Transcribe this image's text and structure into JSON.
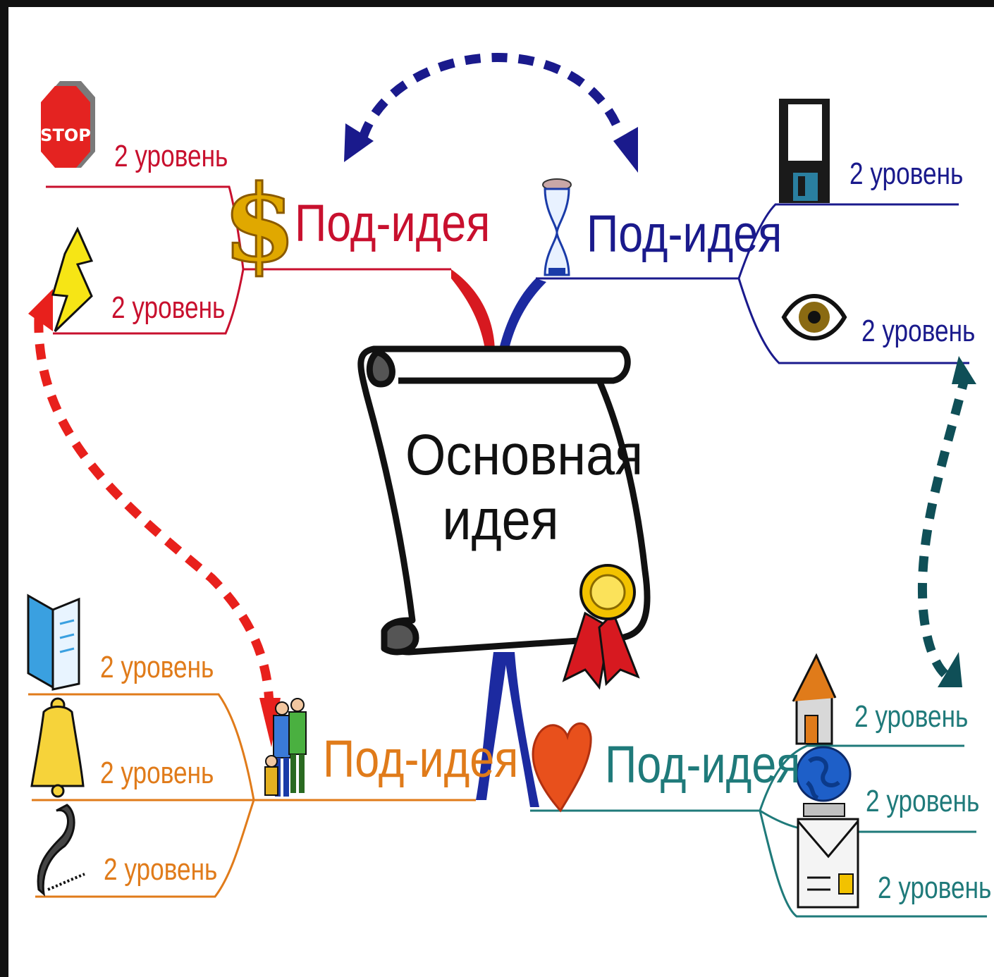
{
  "diagram": {
    "center": {
      "line1": "Основная",
      "line2": "идея"
    },
    "colors": {
      "red": "#c8102e",
      "blue": "#1a1a8c",
      "orange": "#e07b1a",
      "teal": "#1f7a7a",
      "dashed_red": "#e8201c",
      "dashed_blue": "#1a1a8c",
      "dashed_teal": "#0f4f57"
    },
    "branches": [
      {
        "id": "top-left",
        "idea": "Под-идея",
        "icon": "dollar-icon",
        "color": "#c8102e",
        "subs": [
          {
            "label": "2 уровень",
            "icon": "stop-sign-icon"
          },
          {
            "label": "2 уровень",
            "icon": "lightning-icon"
          }
        ]
      },
      {
        "id": "top-right",
        "idea": "Под-идея",
        "icon": "hourglass-icon",
        "color": "#1a1a8c",
        "subs": [
          {
            "label": "2 уровень",
            "icon": "floppy-disk-icon"
          },
          {
            "label": "2 уровень",
            "icon": "eye-icon"
          }
        ]
      },
      {
        "id": "bottom-left",
        "idea": "Под-идея",
        "icon": "people-icon",
        "color": "#e07b1a",
        "subs": [
          {
            "label": "2 уровень",
            "icon": "book-icon"
          },
          {
            "label": "2 уровень",
            "icon": "bell-icon"
          },
          {
            "label": "2 уровень",
            "icon": "telephone-icon"
          }
        ]
      },
      {
        "id": "bottom-right",
        "idea": "Под-идея",
        "icon": "heart-icon",
        "color": "#1f7a7a",
        "subs": [
          {
            "label": "2 уровень",
            "icon": "house-icon"
          },
          {
            "label": "2 уровень",
            "icon": "globe-icon"
          },
          {
            "label": "2 уровень",
            "icon": "envelope-icon"
          }
        ]
      }
    ]
  }
}
